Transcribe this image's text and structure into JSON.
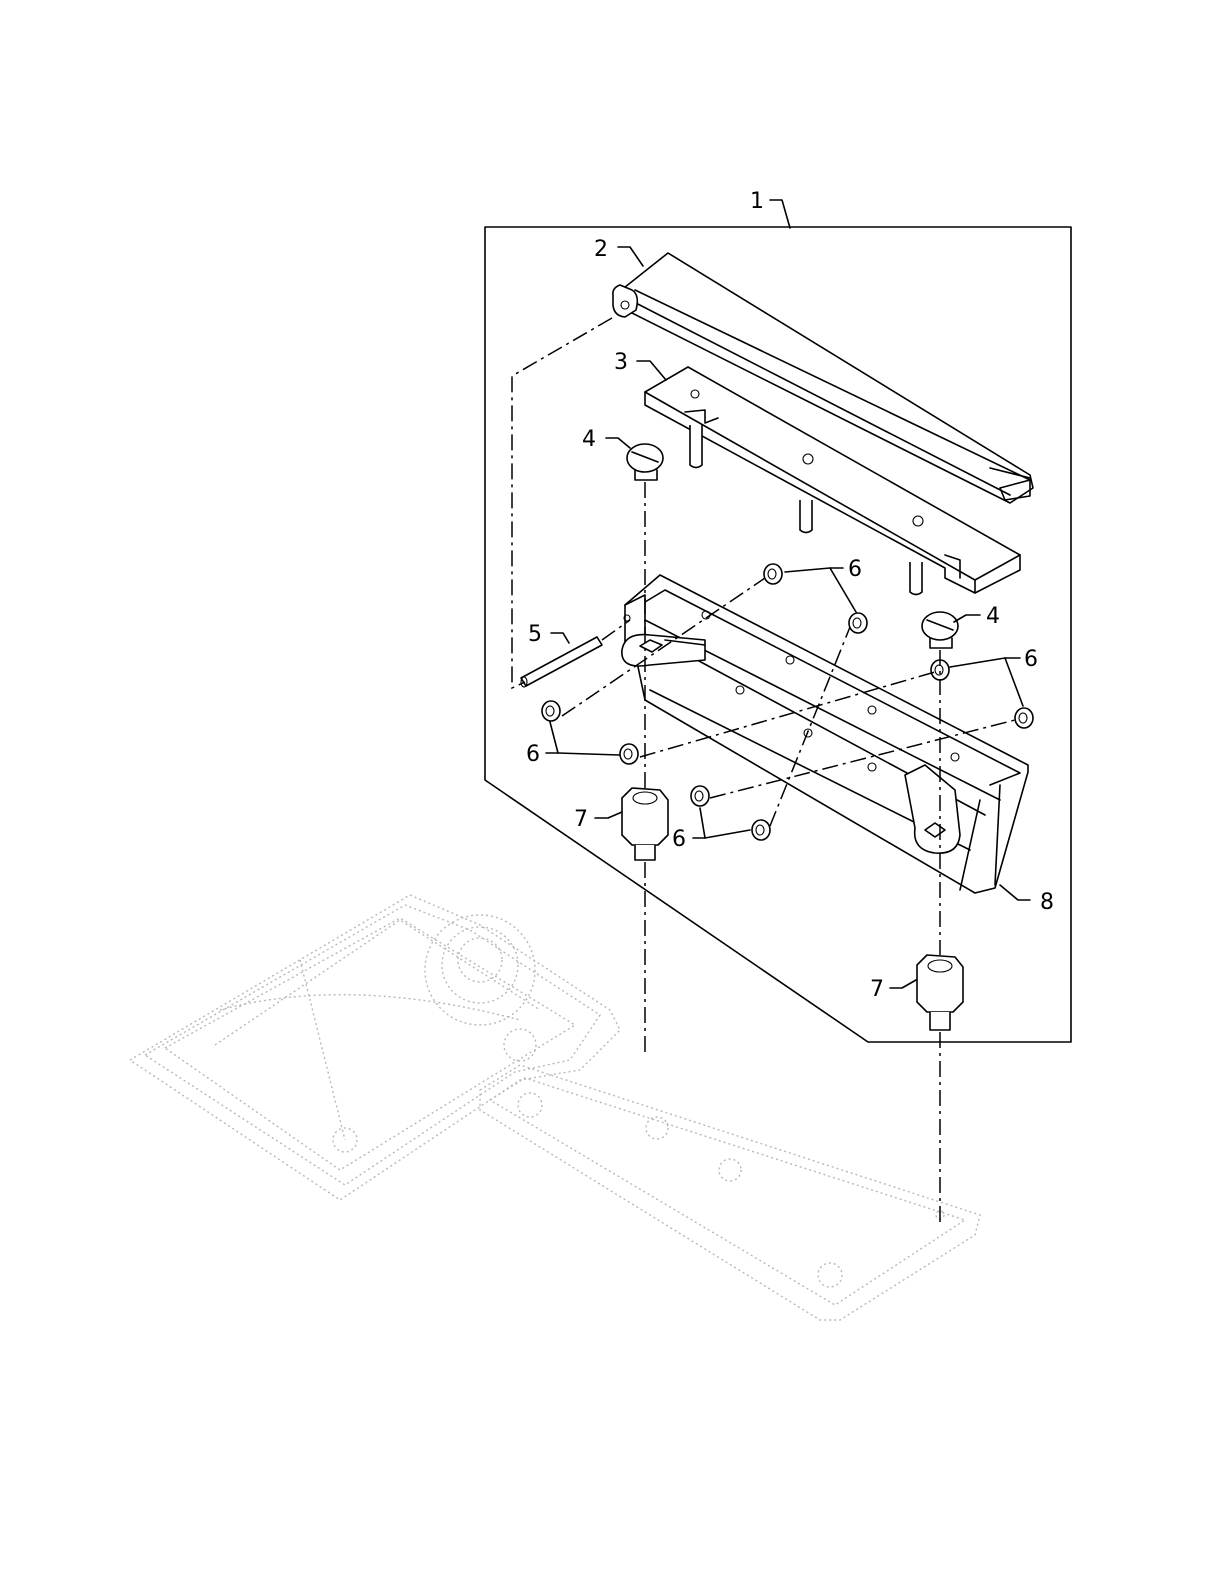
{
  "callouts": {
    "c1": "1",
    "c2": "2",
    "c3": "3",
    "c4a": "4",
    "c4b": "4",
    "c5": "5",
    "c6a": "6",
    "c6b": "6",
    "c6c": "6",
    "c6d": "6",
    "c7a": "7",
    "c7b": "7",
    "c8": "8"
  }
}
